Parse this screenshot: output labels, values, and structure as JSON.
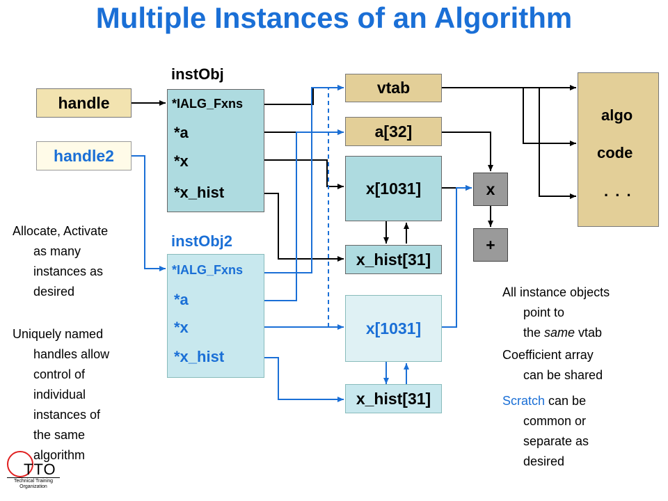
{
  "title": "Multiple Instances of an Algorithm",
  "handle": "handle",
  "handle2": "handle2",
  "instobj": {
    "label": "instObj",
    "fields": [
      "*IALG_Fxns",
      "*a",
      "*x",
      "*x_hist"
    ]
  },
  "instobj2": {
    "label": "instObj2",
    "fields": [
      "*IALG_Fxns",
      "*a",
      "*x",
      "*x_hist"
    ]
  },
  "memory": {
    "vtab": "vtab",
    "coeff": "a[32]",
    "x1": "x[1031]",
    "hist1": "x_hist[31]",
    "x2": "x[1031]",
    "hist2": "x_hist[31]"
  },
  "ops": {
    "mul": "x",
    "add": "+"
  },
  "algo": {
    "line1": "algo",
    "line2": "code",
    "line3": ". . ."
  },
  "left_notes": {
    "note1": [
      "Allocate, Activate",
      "as many",
      "instances as",
      "desired"
    ],
    "note2": [
      "Uniquely named",
      "handles allow",
      "control of",
      "individual",
      "instances of",
      "the same",
      "algorithm"
    ]
  },
  "right_notes": {
    "note1_a": "All instance objects",
    "note1_b": "point to",
    "note1_c_pre": "the ",
    "note1_c_em": "same",
    "note1_c_post": " vtab",
    "note2_a": "Coefficient array",
    "note2_b": "can be shared",
    "note3_a_blue": "Scratch",
    "note3_a_rest": " can be",
    "note3_b": "common or",
    "note3_c": "separate as",
    "note3_d": "desired"
  },
  "logo": {
    "text": "TTO",
    "caption1": "Technical Training",
    "caption2": "Organization"
  },
  "colors": {
    "accent": "#1a6fd6",
    "tan": "#e3cf98",
    "teal": "#aedbe0"
  }
}
